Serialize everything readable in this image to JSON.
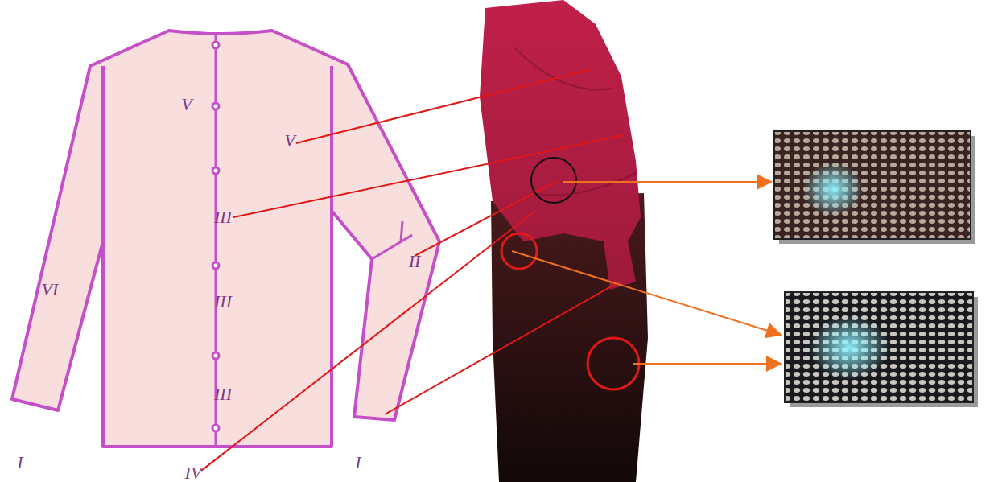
{
  "diagram": {
    "labels": [
      "V",
      "V",
      "III",
      "VI",
      "II",
      "III",
      "III",
      "I",
      "I",
      "IV"
    ]
  }
}
